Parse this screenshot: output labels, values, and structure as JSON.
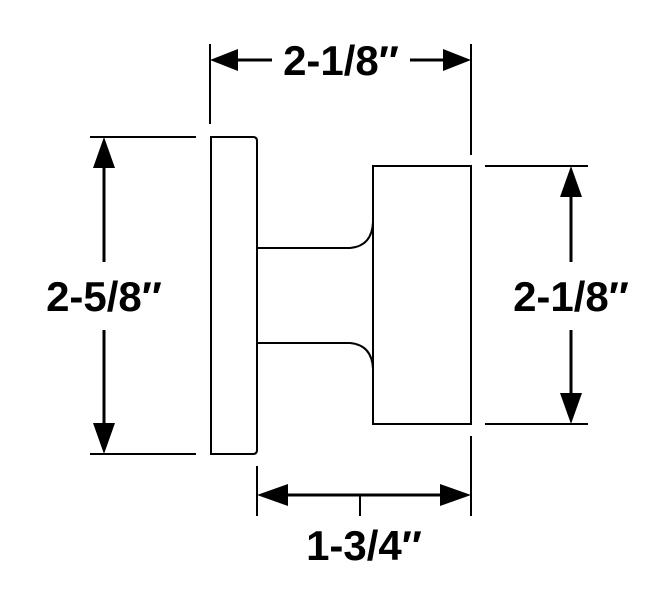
{
  "dimensions": {
    "top_width": "2-1/8″",
    "left_height": "2-5/8″",
    "right_height": "2-1/8″",
    "bottom_depth": "1-3/4″"
  },
  "colors": {
    "line": "#000000",
    "background": "#ffffff"
  }
}
